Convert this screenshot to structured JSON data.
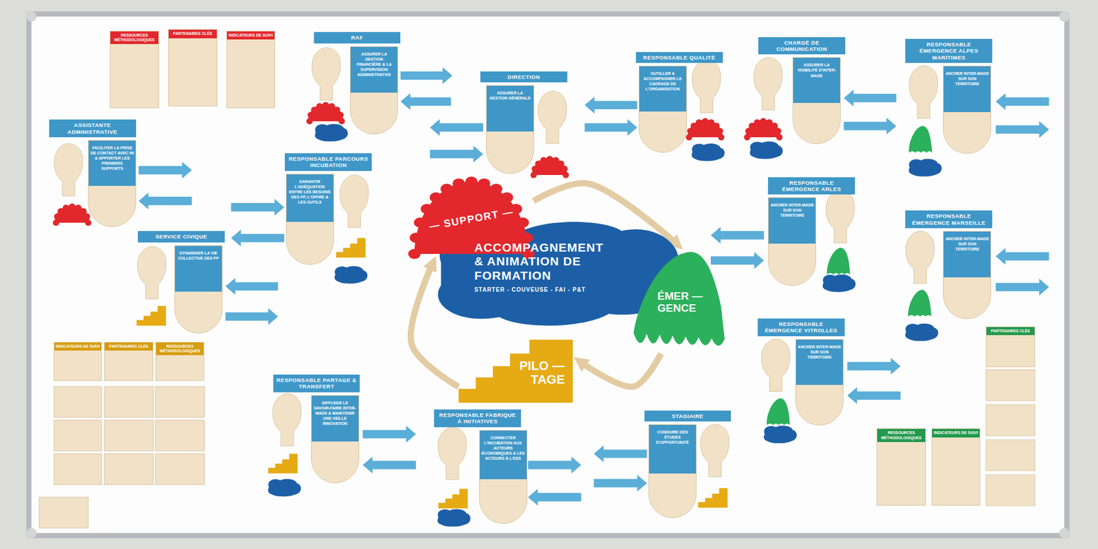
{
  "diagram": {
    "nodes": [
      {
        "text": [
          "RESSOURCES MÉTHODOLOGIQUES"
        ]
      },
      {
        "text": [
          "PARTENAIRES CLÉS"
        ]
      },
      {
        "text": [
          "INDICATEURS DE SUIVI"
        ]
      },
      {
        "text": [
          "RAF",
          "ASSURER LA GESTION FINANCIÈRE & LA SUPERVISION ADMINISTRATIVE"
        ]
      },
      {
        "text": [
          "DIRECTION",
          "ASSURER LA GESTION GÉNÉRALE"
        ]
      },
      {
        "text": [
          "RESPONSABLE QUALITÉ",
          "OUTILLER & ACCOMPAGNER LE CADRAGE DE L'ORGANISATION"
        ]
      },
      {
        "text": [
          "CHARGÉ DE COMMUNICATION",
          "ASSURER LA VISIBILITÉ D'INTER-MADE"
        ]
      },
      {
        "text": [
          "RESPONSABLE ÉMERGENCE ALPES MARITIMES",
          "ANCRER INTER-MADE SUR SON TERRITOIRE"
        ]
      },
      {
        "text": [
          "ASSISTANTE ADMINISTRATIVE",
          "FACILITER LA PRISE DE CONTACT AVEC IM & APPORTER LES PREMIERS SUPPORTS"
        ]
      },
      {
        "text": [
          "RESPONSABLE PARCOURS INCUBATION",
          "GARANTIR L'ADÉQUATION ENTRE LES BESOINS DES PP, L'OFFRE & LES OUTILS"
        ]
      },
      {
        "text": [
          "— SUPPORT —"
        ]
      },
      {
        "text": [
          "RESPONSABLE ÉMERGENCE ARLES",
          "ANCRER INTER-MADE SUR SON TERRITOIRE"
        ]
      },
      {
        "text": [
          "SERVICE CIVIQUE",
          "DYNAMISER LA VIE COLLECTIVE DES PP"
        ]
      },
      {
        "text": [
          "ACCOMPAGNEMENT & ANIMATION DE FORMATION",
          "STARTER - COUVEUSE - FAI - P&T"
        ]
      },
      {
        "text": [
          "RESPONSABLE ÉMERGENCE MARSEILLE",
          "ANCRER INTER-MADE SUR SON TERRITOIRE"
        ]
      },
      {
        "text": [
          "ÉMER — GENCE"
        ]
      },
      {
        "text": [
          "RESPONSABLE ÉMERGENCE VITROLLES",
          "ANCRER INTER-MADE SUR SON TERRITOIRE"
        ]
      },
      {
        "text": [
          "PARTENAIRES CLÉS"
        ]
      },
      {
        "text": [
          "INDICATEURS DE SUIVI"
        ]
      },
      {
        "text": [
          "PARTENAIRES CLÉS"
        ]
      },
      {
        "text": [
          "RESSOURCES MÉTHODOLOGIQUES"
        ]
      },
      {
        "text": [
          "PILO — TAGE"
        ]
      },
      {
        "text": [
          "RESPONSABLE PARTAGE & TRANSFERT",
          "DIFFUSER LE SAVOIR-FAIRE INTER-MADE & MAINTENIR UNE VEILLE INNOVATION"
        ]
      },
      {
        "text": [
          "STAGIAIRE",
          "CONDUIRE DES ÉTUDES D'OPPORTUNITÉ"
        ]
      },
      {
        "text": [
          "RESPONSABLE FABRIQUE À INITIATIVES",
          "CONNECTER L'INCUBATION AUX ACTEURS ÉCONOMIQUES & LES ACTEURS À L'ESS"
        ]
      },
      {
        "text": [
          "RESSOURCES MÉTHODOLOGIQUES"
        ]
      },
      {
        "text": [
          "INDICATEURS DE SUIVI"
        ]
      }
    ],
    "edges": [
      {
        "from": 10,
        "to": 15,
        "arrow": "to"
      },
      {
        "from": 15,
        "to": 21,
        "arrow": "to"
      },
      {
        "from": 21,
        "to": 10,
        "arrow": "to"
      }
    ]
  }
}
